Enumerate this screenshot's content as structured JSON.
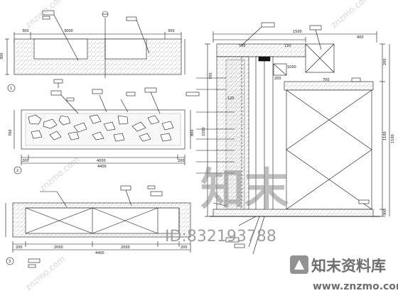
{
  "watermark": {
    "id_text": "ID:832193788",
    "brand_cn": "知末资料库",
    "url": "www.znzmo.com",
    "big_mark": "知末",
    "diag_text": "znzmo.com"
  },
  "colors": {
    "line": "#111111",
    "hatch": "#555555",
    "watermark": "#9a9a9a",
    "watermark_dark": "#6e6e6e"
  },
  "top_elevation": {
    "dim_top": [
      "300",
      "3000",
      "300"
    ],
    "dim_side": "300",
    "label_num": "1"
  },
  "middle_elevation": {
    "dim_total": "4400",
    "dim_parts": [
      "200",
      "4000",
      "200"
    ],
    "dim_side_left": "700",
    "dim_side_right": "800",
    "label_num": "2"
  },
  "bottom_elevation": {
    "dim_total": "4400",
    "dim_parts": [
      "200",
      "2000",
      "2000",
      "200"
    ],
    "label_num": "3"
  },
  "section": {
    "dim_top": "1500",
    "dim_top_right": "400",
    "dim_sub": [
      "500",
      "150",
      "700"
    ],
    "dim_right": [
      "1100",
      "200",
      "300"
    ],
    "dim_height": "1100",
    "dim_inner": [
      "1000",
      "200",
      "120"
    ],
    "dim_side_left": "2200",
    "dim_side_right": "700"
  }
}
